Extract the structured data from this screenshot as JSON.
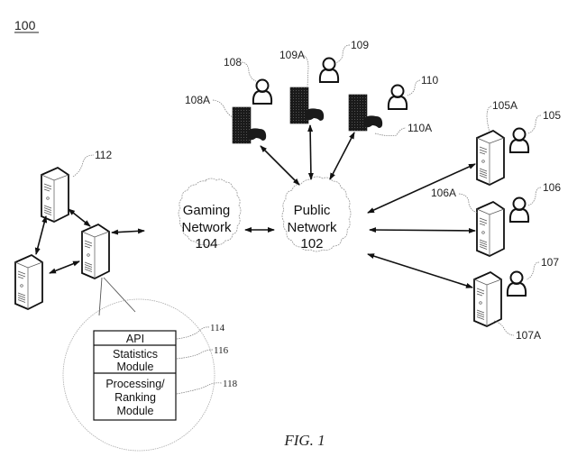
{
  "figure": {
    "ref_number": "100",
    "caption": "FIG. 1"
  },
  "networks": {
    "gaming": {
      "line1": "Gaming",
      "line2": "Network",
      "line3": "104"
    },
    "public": {
      "line1": "Public",
      "line2": "Network",
      "line3": "102"
    }
  },
  "labels": {
    "server_cluster": "112",
    "console_108": "108A",
    "user_108": "108",
    "console_109": "109A",
    "user_109": "109",
    "console_110": "110A",
    "user_110": "110",
    "client_105": "105A",
    "user_105": "105",
    "client_106": "106A",
    "user_106": "106",
    "client_107": "107A",
    "user_107": "107",
    "api": "114",
    "statistics": "116",
    "processing": "118"
  },
  "modules": {
    "api": "API",
    "statistics_l1": "Statistics",
    "statistics_l2": "Module",
    "processing_l1": "Processing/",
    "processing_l2": "Ranking",
    "processing_l3": "Module"
  }
}
